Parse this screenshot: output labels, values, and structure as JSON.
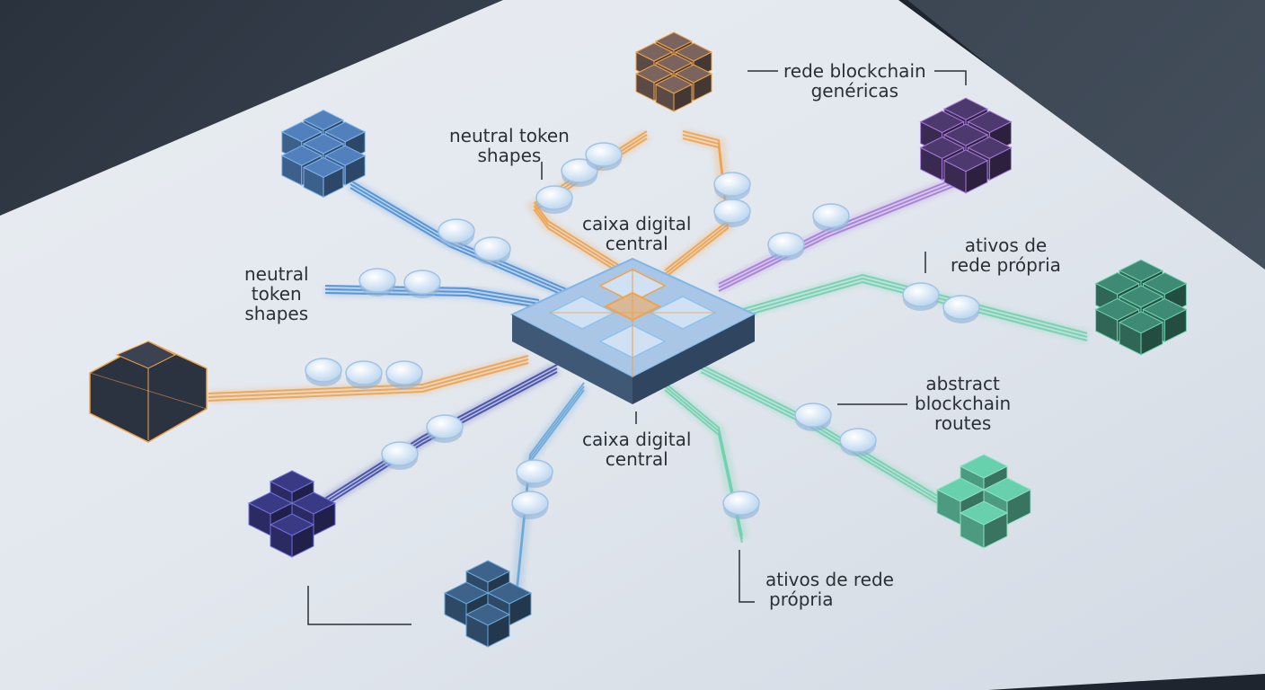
{
  "labels": {
    "top_right_line1": "rede blockchain",
    "top_right_line2": "genéricas",
    "top_tokens_line1": "neutral token",
    "top_tokens_line2": "shapes",
    "center_top_line1": "caixa digital",
    "center_top_line2": "central",
    "left_tokens_line1": "neutral",
    "left_tokens_line2": "token",
    "left_tokens_line3": "shapes",
    "right_assets_line1": "ativos de",
    "right_assets_line2": "rede própria",
    "right_routes_line1": "abstract",
    "right_routes_line2": "blockchain",
    "right_routes_line3": "routes",
    "center_bottom_line1": "caixa digital",
    "center_bottom_line2": "central",
    "bottom_assets_line1": "ativos de rede",
    "bottom_assets_line2": "própria"
  },
  "colors": {
    "blue": "#4a8fd6",
    "orange": "#f0a24a",
    "purple": "#a77ad8",
    "green": "#6fd1ad",
    "navy": "#3f4aa8",
    "steel": "#6aa7d8"
  }
}
